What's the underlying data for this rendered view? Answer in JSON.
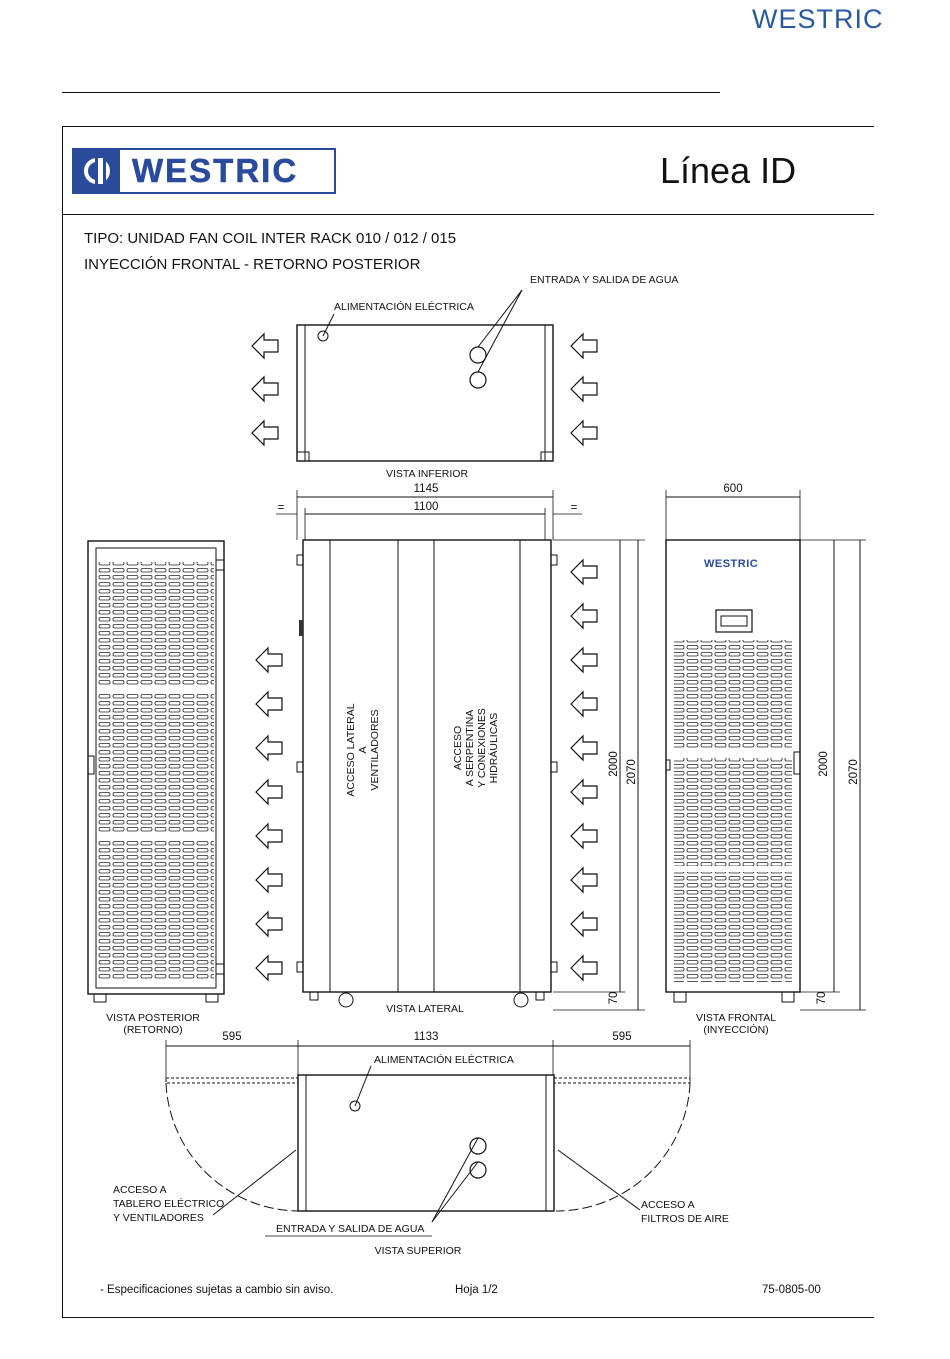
{
  "corner_brand": "WESTRIC",
  "header": {
    "logo_text": "WESTRIC",
    "series_title": "Línea ID"
  },
  "titles": {
    "tipo": "TIPO: UNIDAD FAN COIL INTER RACK 010 / 012 / 015",
    "inyeccion": "INYECCIÓN FRONTAL - RETORNO POSTERIOR"
  },
  "views": {
    "inferior": {
      "label": "VISTA INFERIOR",
      "power_label": "ALIMENTACIÓN ELÉCTRICA",
      "water_label": "ENTRADA Y SALIDA DE AGUA"
    },
    "lateral": {
      "label": "VISTA LATERAL",
      "access_fans": "ACCESO LATERAL\nA\nVENTILADORES",
      "access_coil": "ACCESO\nA SERPENTINA\nY CONEXIONES\nHIDRÁULICAS",
      "width_outer": "1145",
      "width_inner": "1100",
      "equal_mark": "=",
      "height_inner": "2000",
      "height_outer": "2070",
      "base_height": "70"
    },
    "posterior": {
      "label": "VISTA POSTERIOR\n(RETORNO)"
    },
    "frontal": {
      "label": "VISTA FRONTAL\n(INYECCIÓN)",
      "brand": "WESTRIC",
      "width": "600",
      "height_inner": "2000",
      "height_outer": "2070",
      "base_height": "70"
    },
    "superior": {
      "label": "VISTA SUPERIOR",
      "left_swing": "595",
      "body_width": "1133",
      "right_swing": "595",
      "power_label": "ALIMENTACIÓN ELÉCTRICA",
      "water_label": "ENTRADA Y SALIDA DE AGUA",
      "access_left": "ACCESO A\nTABLERO ELÉCTRICO\nY VENTILADORES",
      "access_right": "ACCESO A\nFILTROS DE AIRE"
    }
  },
  "footer": {
    "disclaimer": "- Especificaciones sujetas a cambio sin aviso.",
    "sheet": "Hoja 1/2",
    "code": "75-0805-00"
  }
}
